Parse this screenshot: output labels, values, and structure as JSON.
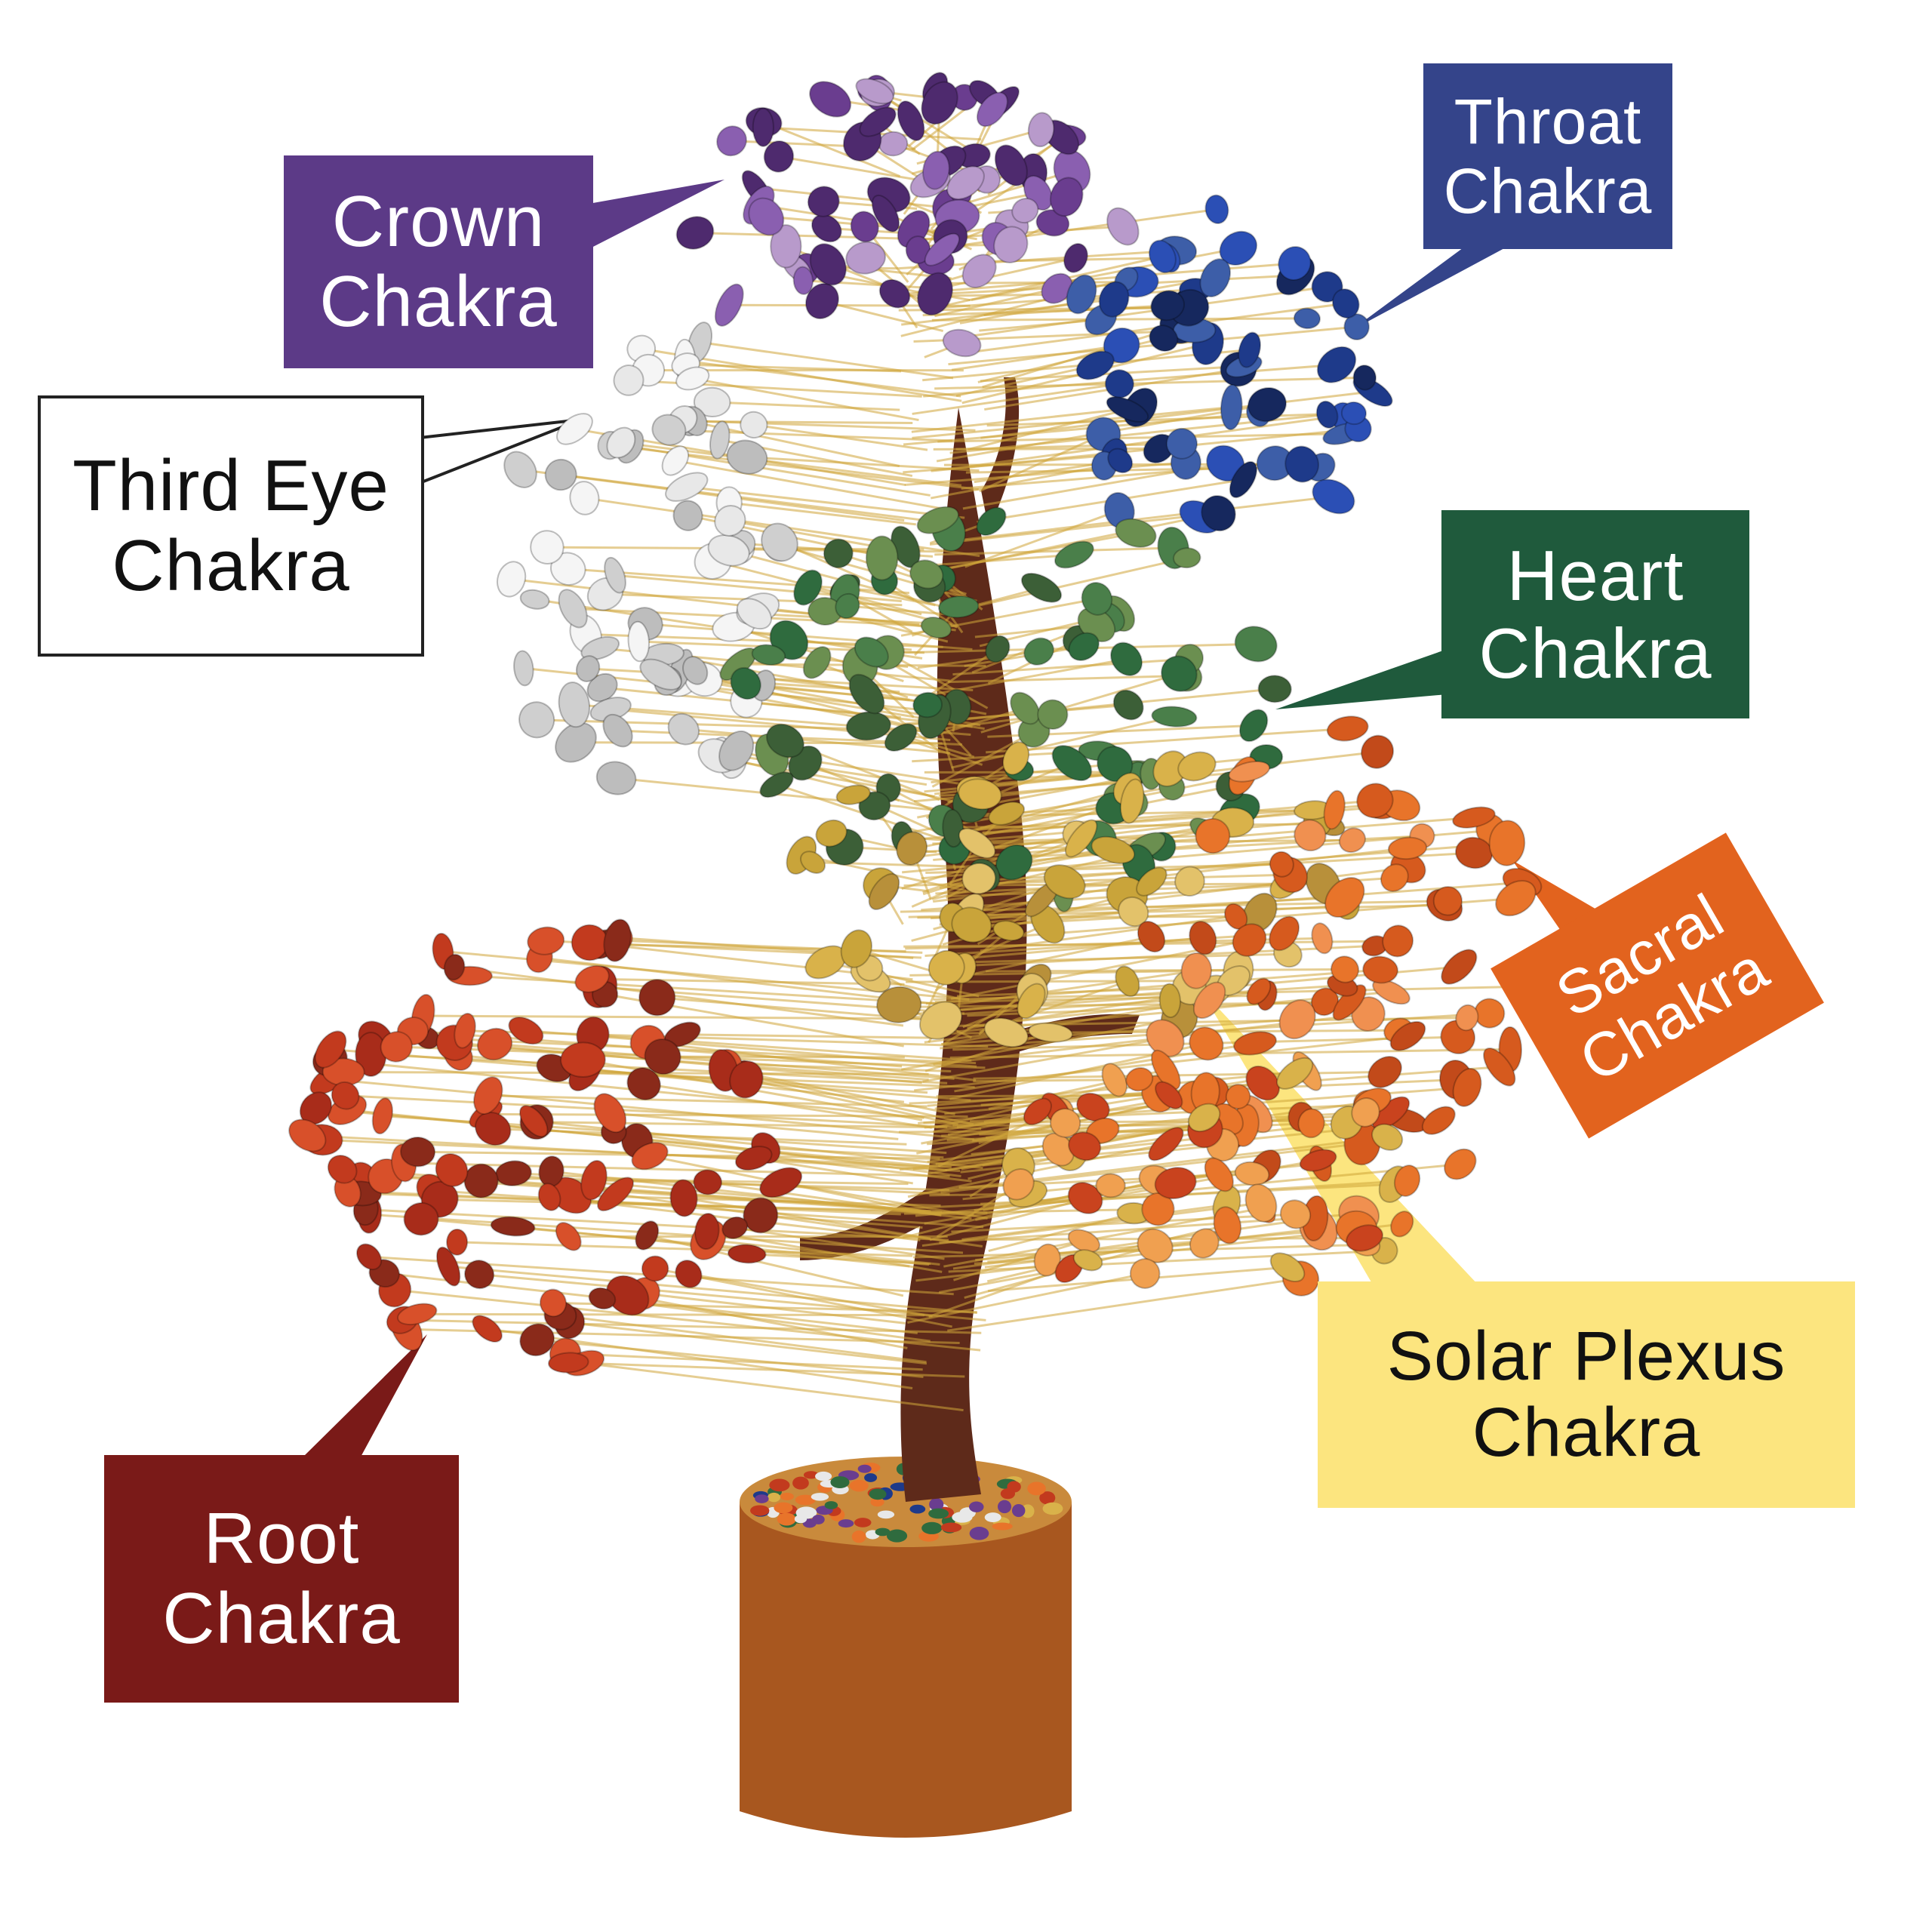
{
  "labels": {
    "crown": {
      "line1": "Crown",
      "line2": "Chakra",
      "bg": "#5c3a87",
      "text": "#ffffff"
    },
    "throat": {
      "line1": "Throat",
      "line2": "Chakra",
      "bg": "#34448a",
      "text": "#ffffff"
    },
    "third": {
      "line1": "Third Eye",
      "line2": "Chakra",
      "bg": "#ffffff",
      "text": "#111111"
    },
    "heart": {
      "line1": "Heart",
      "line2": "Chakra",
      "bg": "#1f5a3c",
      "text": "#ffffff"
    },
    "sacral": {
      "line1": "Sacral",
      "line2": "Chakra",
      "bg": "#e2631e",
      "text": "#ffffff"
    },
    "solar": {
      "line1": "Solar Plexus",
      "line2": "Chakra",
      "bg": "#fce57f",
      "text": "#111111"
    },
    "root": {
      "line1": "Root",
      "line2": "Chakra",
      "bg": "#7a1a18",
      "text": "#ffffff"
    }
  },
  "colors": {
    "trunk": "#5e2a1a",
    "wire": "#d0a63a",
    "base_top": "#c98a3c",
    "base_side": "#a8571f"
  }
}
